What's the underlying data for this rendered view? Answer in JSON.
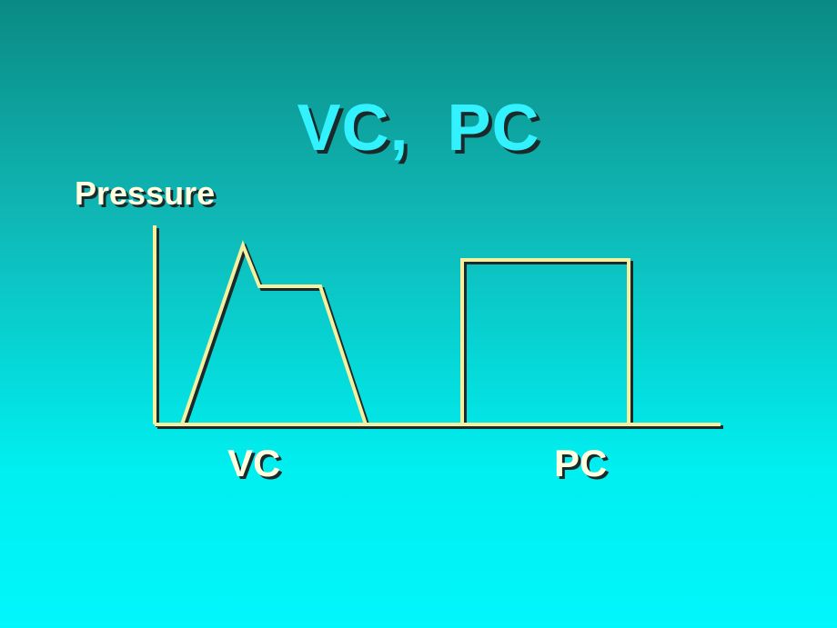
{
  "title": "VC,  PC",
  "y_axis_label": "Pressure",
  "waveforms": [
    {
      "name": "VC"
    },
    {
      "name": "PC"
    }
  ],
  "colors": {
    "line": "#f4f0a0",
    "shadow": "#1a2a2a",
    "title": "#33f2ff",
    "text": "#ffffe0"
  }
}
